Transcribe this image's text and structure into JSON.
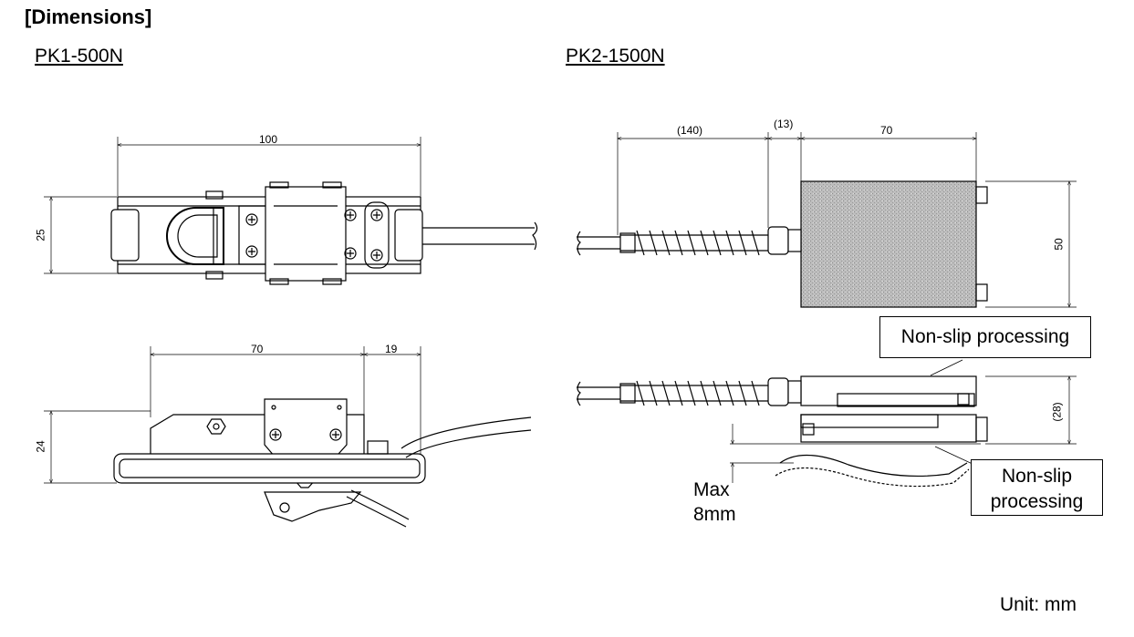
{
  "header": {
    "title": "[Dimensions]"
  },
  "left": {
    "model": "PK1-500N",
    "top_view": {
      "dim_width": "100",
      "dim_height": "25"
    },
    "side_view": {
      "dim_length": "70",
      "dim_ext": "19",
      "dim_height": "24"
    }
  },
  "right": {
    "model": "PK2-1500N",
    "top_view": {
      "dim_cable": "(140)",
      "dim_gland": "(13)",
      "dim_body": "70",
      "dim_height": "50"
    },
    "side_view": {
      "dim_height": "(28)"
    },
    "callout_top": "Non-slip processing",
    "callout_bottom_line1": "Non-slip",
    "callout_bottom_line2": "processing",
    "max_label_line1": "Max",
    "max_label_line2": "8mm"
  },
  "footer": {
    "unit": "Unit: mm"
  }
}
